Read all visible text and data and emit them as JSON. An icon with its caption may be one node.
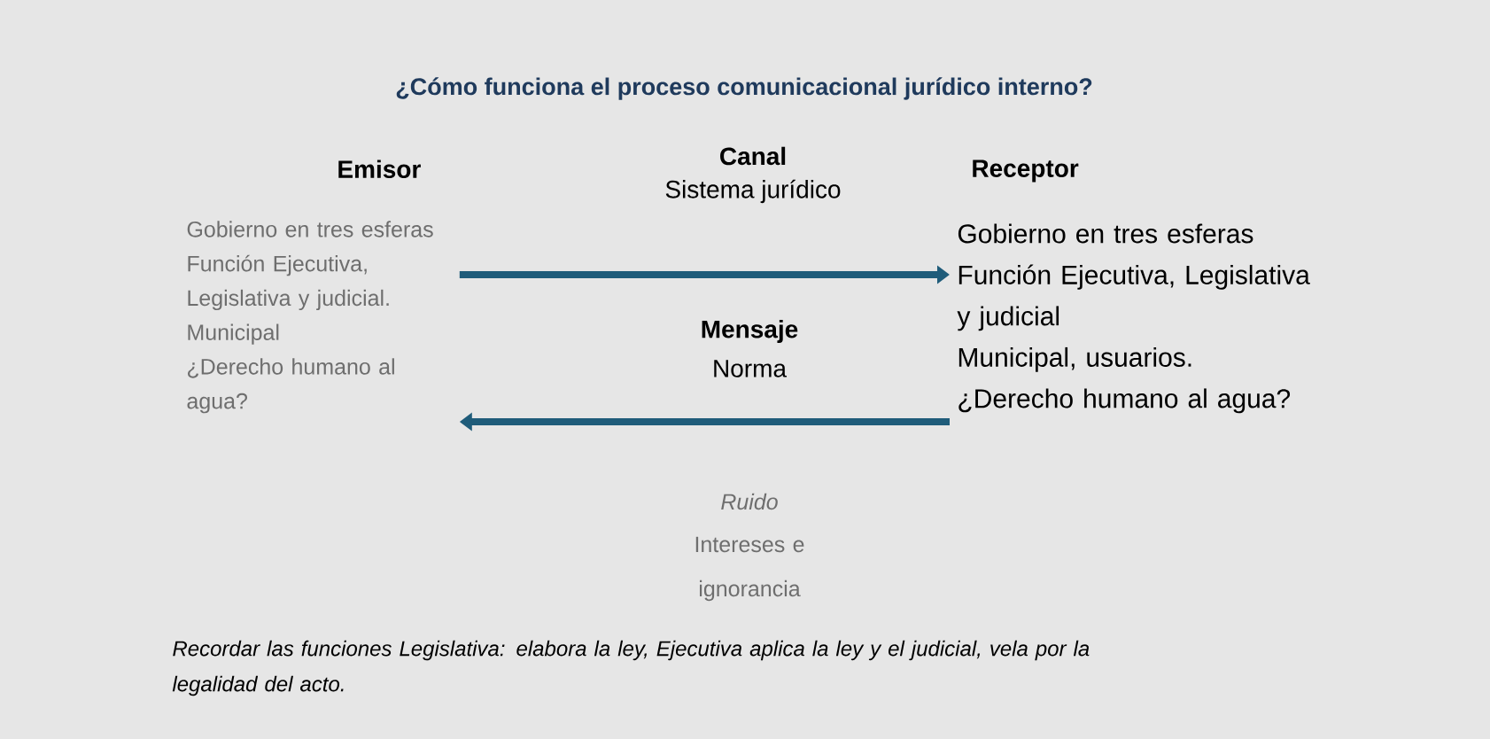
{
  "diagram": {
    "title": "¿Cómo funciona el proceso comunicacional jurídico interno?",
    "nodes": [
      {
        "text": [
          "Emisor",
          "Gobierno en tres esferas",
          "Función Ejecutiva, Legislativa y judicial.",
          "Municipal",
          "¿Derecho humano al agua?"
        ]
      },
      {
        "text": [
          "Receptor",
          "Gobierno en tres esferas",
          "Función Ejecutiva, Legislativa y judicial",
          "Municipal, usuarios.",
          "¿Derecho humano al agua?"
        ]
      }
    ],
    "edges": [
      {
        "from": 0,
        "to": 1,
        "arrow": "to"
      },
      {
        "from": 1,
        "to": 0,
        "arrow": "to"
      }
    ],
    "labels": [
      "Canal",
      "Sistema jurídico",
      "Mensaje",
      "Norma",
      "Ruido",
      "Intereses e ignorancia",
      "Recordar las funciones Legislativa: elabora la ley, Ejecutiva aplica la ley y el judicial, vela por la legalidad del acto."
    ]
  }
}
